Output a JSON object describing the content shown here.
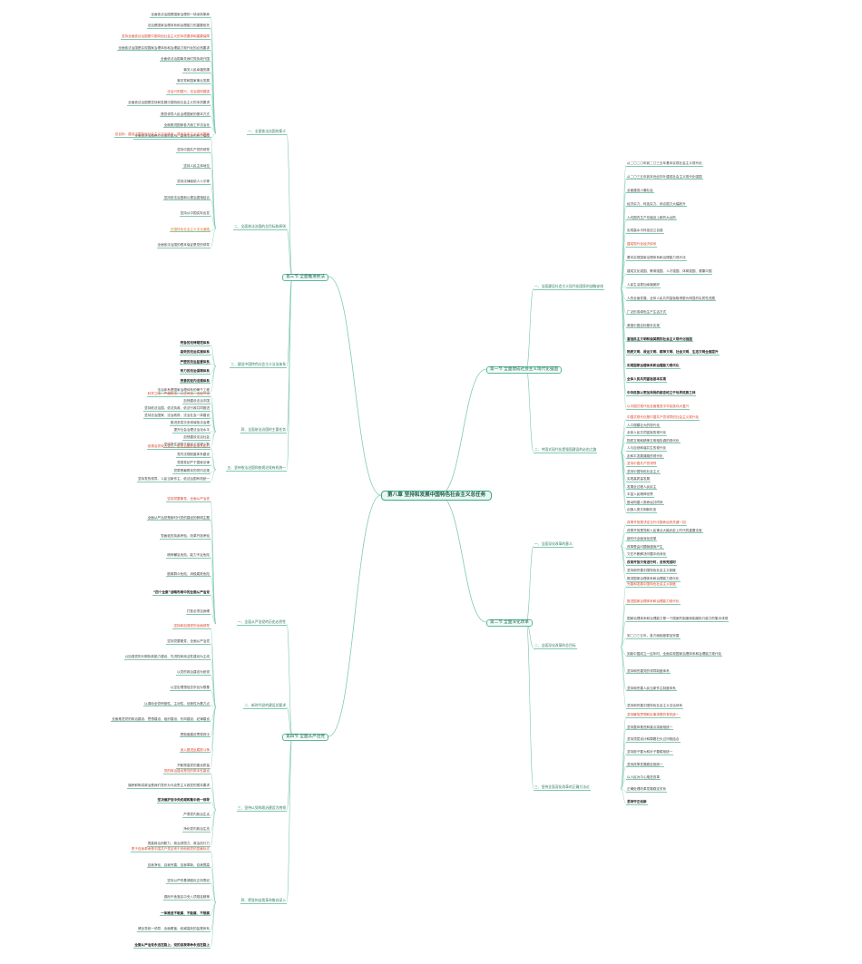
{
  "root": "第八章 坚持和发展中国特色社会主义总任务",
  "branches": [
    {
      "id": "b1",
      "label": "第三节 全面推进依法",
      "side": "left"
    },
    {
      "id": "b2",
      "label": "第一节 全面建成社会主义现代化强国",
      "side": "right"
    },
    {
      "id": "b3",
      "label": "第四节 全面从严治党",
      "side": "left"
    },
    {
      "id": "b4",
      "label": "第二节 全面深化改革",
      "side": "right"
    }
  ],
  "subs": [
    {
      "id": "s1",
      "label": "一、全面依法治国的意义",
      "parent": "b1"
    },
    {
      "id": "s2",
      "label": "二、全面依法治国的总目标和原则",
      "parent": "b1"
    },
    {
      "id": "s3",
      "label": "三、建设中国特色社会主义法治体系",
      "parent": "b1"
    },
    {
      "id": "s4",
      "label": "四、全面依法治国的主要任务",
      "parent": "b1"
    },
    {
      "id": "s5",
      "label": "五、坚持依法治国和依规治党有机统一",
      "parent": "b1"
    },
    {
      "id": "s6",
      "label": "一、全面建设社会主义现代化国家的战略安排",
      "parent": "b2"
    },
    {
      "id": "s7",
      "label": "二、中国式现代化是强国建设的必由之路",
      "parent": "b2"
    },
    {
      "id": "s8",
      "label": "一、全面从严治党的历史必然性",
      "parent": "b3"
    },
    {
      "id": "s9",
      "label": "二、新时代党的建设总要求",
      "parent": "b3"
    },
    {
      "id": "s10",
      "label": "三、坚持以党的政治建设为统领",
      "parent": "b3"
    },
    {
      "id": "s11",
      "label": "四、把党的自我革命推向深入",
      "parent": "b3"
    },
    {
      "id": "s12",
      "label": "一、全面深化改革的意义",
      "parent": "b4"
    },
    {
      "id": "s13",
      "label": "二、全面深化改革的总目标",
      "parent": "b4"
    },
    {
      "id": "s14",
      "label": "三、坚持全面深化改革的正确方法论",
      "parent": "b4"
    }
  ],
  "leaves": [
    {
      "parent": "s1",
      "text": "全面依法治国是国家治理的一场深刻革命",
      "style": ""
    },
    {
      "parent": "s1",
      "text": "法治是国家治理体系和治理能力的重要依托",
      "style": ""
    },
    {
      "parent": "s1",
      "text": "坚持全面依法治国是中国特色社会主义的本质要求和重要保障",
      "style": "red"
    },
    {
      "parent": "s1",
      "text": "全面依法治国是实现国家治理体系和治理能力现代化的必然要求",
      "style": ""
    },
    {
      "parent": "s1",
      "text": "全面依法治国事关我们党执政兴国",
      "style": ""
    },
    {
      "parent": "s1",
      "text": "事关人民幸福安康",
      "style": ""
    },
    {
      "parent": "s1",
      "text": "事关党和国家事业发展",
      "style": ""
    },
    {
      "parent": "s1",
      "text": "法治兴则国兴，法治强则国强",
      "style": "red"
    },
    {
      "parent": "s1",
      "text": "全面依法治国是坚持和发展中国特色社会主义的本质要求",
      "style": ""
    },
    {
      "parent": "s1",
      "text": "是党领导人民治理国家的基本方式",
      "style": ""
    },
    {
      "parent": "s1",
      "text": "全面推进国家各方面工作法治化",
      "style": ""
    },
    {
      "parent": "s1",
      "text": "全面依法治国是应对风险挑战、赢得主动的有力保障",
      "style": ""
    },
    {
      "parent": "s2",
      "text": "总目标：建设中国特色社会主义法治体系，建设社会主义法治国家",
      "style": "red"
    },
    {
      "parent": "s2",
      "text": "坚持中国共产党的领导",
      "style": ""
    },
    {
      "parent": "s2",
      "text": "坚持人民主体地位",
      "style": ""
    },
    {
      "parent": "s2",
      "text": "坚持法律面前人人平等",
      "style": ""
    },
    {
      "parent": "s2",
      "text": "坚持依法治国和以德治国相结合",
      "style": ""
    },
    {
      "parent": "s2",
      "text": "坚持从中国实际出发",
      "style": ""
    },
    {
      "parent": "s2",
      "text": "中国特色社会主义法治道路",
      "style": "orange"
    },
    {
      "parent": "s2",
      "text": "全面依法治国的根本保证是党的领导",
      "style": ""
    },
    {
      "parent": "s3",
      "text": "完备的法律规范体系",
      "style": "bold"
    },
    {
      "parent": "s3",
      "text": "高效的法治实施体系",
      "style": "bold"
    },
    {
      "parent": "s3",
      "text": "严密的法治监督体系",
      "style": "bold"
    },
    {
      "parent": "s3",
      "text": "有力的法治保障体系",
      "style": "bold"
    },
    {
      "parent": "s3",
      "text": "完善的党内法规体系",
      "style": "bold"
    },
    {
      "parent": "s3",
      "text": "法治体系是国家治理体系的骨干工程",
      "style": ""
    },
    {
      "parent": "s4",
      "text": "科学立法、严格执法、公正司法、全民守法",
      "style": "red"
    },
    {
      "parent": "s4",
      "text": "加快建设法治中国",
      "style": ""
    },
    {
      "parent": "s4",
      "text": "坚持依法治国、依法执政、依法行政共同推进",
      "style": ""
    },
    {
      "parent": "s4",
      "text": "坚持法治国家、法治政府、法治社会一体建设",
      "style": ""
    },
    {
      "parent": "s4",
      "text": "推进多层次多领域依法治理",
      "style": ""
    },
    {
      "parent": "s4",
      "text": "提升社会治理法治化水平",
      "style": ""
    },
    {
      "parent": "s4",
      "text": "加快建设法治社会",
      "style": ""
    },
    {
      "parent": "s4",
      "text": "坚持抓住领导干部这个关键少数",
      "style": ""
    },
    {
      "parent": "s5",
      "text": "依规治党深入党心，依法治国才能深入民心",
      "style": "red"
    },
    {
      "parent": "s5",
      "text": "党内法规制度体系建设",
      "style": ""
    },
    {
      "parent": "s5",
      "text": "党规党纪严于国家法律",
      "style": ""
    },
    {
      "parent": "s5",
      "text": "党章是最根本的党内法规",
      "style": ""
    },
    {
      "parent": "s5",
      "text": "坚持党的领导、人民当家作主、依法治国有机统一",
      "style": ""
    },
    {
      "parent": "s6",
      "text": "从二〇二〇年到二〇三五年基本实现社会主义现代化",
      "style": ""
    },
    {
      "parent": "s6",
      "text": "从二〇三五年到本世纪中叶建成社会主义现代化强国",
      "style": ""
    },
    {
      "parent": "s6",
      "text": "全面建成小康社会",
      "style": ""
    },
    {
      "parent": "s6",
      "text": "经济实力、科技实力、综合国力大幅跃升",
      "style": ""
    },
    {
      "parent": "s6",
      "text": "人均国内生产总值迈上新的大台阶",
      "style": ""
    },
    {
      "parent": "s6",
      "text": "实现高水平科技自立自强",
      "style": ""
    },
    {
      "parent": "s6",
      "text": "建成现代化经济体系",
      "style": "red"
    },
    {
      "parent": "s6",
      "text": "基本实现国家治理体系和治理能力现代化",
      "style": ""
    },
    {
      "parent": "s6",
      "text": "建成文化强国、教育强国、人才强国、体育强国、健康中国",
      "style": ""
    },
    {
      "parent": "s6",
      "text": "人民生活更加幸福美好",
      "style": ""
    },
    {
      "parent": "s6",
      "text": "人的全面发展、全体人民共同富裕取得更为明显的实质性进展",
      "style": ""
    },
    {
      "parent": "s6",
      "text": "广泛形成绿色生产生活方式",
      "style": ""
    },
    {
      "parent": "s6",
      "text": "美丽中国目标基本实现",
      "style": ""
    },
    {
      "parent": "s6",
      "text": "富强民主文明和谐美丽的社会主义现代化强国",
      "style": "bold"
    },
    {
      "parent": "s6",
      "text": "物质文明、政治文明、精神文明、社会文明、生态文明全面提升",
      "style": "bold"
    },
    {
      "parent": "s6",
      "text": "实现国家治理体系和治理能力现代化",
      "style": "bold"
    },
    {
      "parent": "s6",
      "text": "全体人民共同富裕基本实现",
      "style": "bold"
    },
    {
      "parent": "s6",
      "text": "中华民族以更加昂扬的姿态屹立于世界民族之林",
      "style": "bold"
    },
    {
      "parent": "s6",
      "text": "以中国式现代化全面推进中华民族伟大复兴",
      "style": "red"
    },
    {
      "parent": "s7",
      "text": "中国式现代化是中国共产党领导的社会主义现代化",
      "style": "red"
    },
    {
      "parent": "s7",
      "text": "人口规模巨大的现代化",
      "style": ""
    },
    {
      "parent": "s7",
      "text": "全体人民共同富裕的现代化",
      "style": ""
    },
    {
      "parent": "s7",
      "text": "物质文明和精神文明相协调的现代化",
      "style": ""
    },
    {
      "parent": "s7",
      "text": "人与自然和谐共生的现代化",
      "style": ""
    },
    {
      "parent": "s7",
      "text": "走和平发展道路的现代化",
      "style": ""
    },
    {
      "parent": "s7",
      "text": "坚持中国共产党领导",
      "style": "red"
    },
    {
      "parent": "s7",
      "text": "坚持中国特色社会主义",
      "style": ""
    },
    {
      "parent": "s7",
      "text": "实现高质量发展",
      "style": ""
    },
    {
      "parent": "s7",
      "text": "发展全过程人民民主",
      "style": ""
    },
    {
      "parent": "s7",
      "text": "丰富人民精神世界",
      "style": ""
    },
    {
      "parent": "s7",
      "text": "推动构建人类命运共同体",
      "style": ""
    },
    {
      "parent": "s7",
      "text": "创造人类文明新形态",
      "style": ""
    },
    {
      "parent": "s8",
      "text": "坚持党要管党、全面从严治党",
      "style": "red"
    },
    {
      "parent": "s8",
      "text": "全面从严治党是新时代党的建设的鲜明主题",
      "style": ""
    },
    {
      "parent": "s8",
      "text": "党面临的执政考验、改革开放考验",
      "style": ""
    },
    {
      "parent": "s8",
      "text": "精神懈怠危险、能力不足危险",
      "style": ""
    },
    {
      "parent": "s8",
      "text": "脱离群众危险、消极腐败危险",
      "style": ""
    },
    {
      "parent": "s8",
      "text": "“四个全面”战略布局中的全面从严治党",
      "style": "bold"
    },
    {
      "parent": "s8",
      "text": "打铁必须自身硬",
      "style": ""
    },
    {
      "parent": "s9",
      "text": "坚持和加强党的全面领导",
      "style": "red"
    },
    {
      "parent": "s9",
      "text": "坚持党要管党、全面从严治党",
      "style": ""
    },
    {
      "parent": "s9",
      "text": "以加强党的长期执政能力建设、先进性和纯洁性建设为主线",
      "style": ""
    },
    {
      "parent": "s9",
      "text": "以党的政治建设为统领",
      "style": ""
    },
    {
      "parent": "s9",
      "text": "以坚定理想信念宗旨为根基",
      "style": ""
    },
    {
      "parent": "s9",
      "text": "以调动全党积极性、主动性、创造性为着力点",
      "style": ""
    },
    {
      "parent": "s9",
      "text": "全面推进党的政治建设、思想建设、组织建设、作风建设、纪律建设",
      "style": ""
    },
    {
      "parent": "s9",
      "text": "把制度建设贯穿其中",
      "style": ""
    },
    {
      "parent": "s9",
      "text": "深入推进反腐败斗争",
      "style": "red"
    },
    {
      "parent": "s9",
      "text": "不断提高党的建设质量",
      "style": ""
    },
    {
      "parent": "s10",
      "text": "党的政治建设是党的根本性建设",
      "style": "red"
    },
    {
      "parent": "s10",
      "text": "旗帜鲜明讲政治是我们党作为马克思主义政党的根本要求",
      "style": ""
    },
    {
      "parent": "s10",
      "text": "坚决维护党中央权威和集中统一领导",
      "style": "bold"
    },
    {
      "parent": "s10",
      "text": "严肃党内政治生活",
      "style": ""
    },
    {
      "parent": "s10",
      "text": "净化党内政治生态",
      "style": ""
    },
    {
      "parent": "s10",
      "text": "提高政治判断力、政治领悟力、政治执行力",
      "style": ""
    },
    {
      "parent": "s11",
      "text": "勇于自我革命是中国共产党区别于其他政党的显著标志",
      "style": "red"
    },
    {
      "parent": "s11",
      "text": "自我净化、自我完善、自我革新、自我提高",
      "style": ""
    },
    {
      "parent": "s11",
      "text": "坚持以严的基调强化正风肃纪",
      "style": ""
    },
    {
      "parent": "s11",
      "text": "锲而不舍落实中央八项规定精神",
      "style": ""
    },
    {
      "parent": "s11",
      "text": "一体推进不敢腐、不能腐、不想腐",
      "style": "bold"
    },
    {
      "parent": "s11",
      "text": "健全党统一领导、全面覆盖、权威高效的监督体系",
      "style": ""
    },
    {
      "parent": "s11",
      "text": "全面从严治党永远在路上，党的自我革命永远在路上",
      "style": "bold"
    },
    {
      "parent": "s12",
      "text": "改革开放是决定当代中国命运的关键一招",
      "style": "red"
    },
    {
      "parent": "s12",
      "text": "改革开放是党和人民事业大踏步赶上时代的重要法宝",
      "style": ""
    },
    {
      "parent": "s12",
      "text": "新时代全面深化改革",
      "style": ""
    },
    {
      "parent": "s12",
      "text": "改革是由问题倒逼而产生",
      "style": ""
    },
    {
      "parent": "s12",
      "text": "又在不断解决问题中而深化",
      "style": ""
    },
    {
      "parent": "s12",
      "text": "改革开放只有进行时，没有完成时",
      "style": "bold"
    },
    {
      "parent": "s12",
      "text": "坚持和完善中国特色社会主义制度",
      "style": ""
    },
    {
      "parent": "s12",
      "text": "推进国家治理体系和治理能力现代化",
      "style": ""
    },
    {
      "parent": "s13",
      "text": "完善和发展中国特色社会主义制度",
      "style": "red"
    },
    {
      "parent": "s13",
      "text": "推进国家治理体系和治理能力现代化",
      "style": "red"
    },
    {
      "parent": "s13",
      "text": "国家治理体系和治理能力是一个国家的制度和制度执行能力的集中体现",
      "style": ""
    },
    {
      "parent": "s13",
      "text": "到二〇三五年，各方面制度更加完善",
      "style": ""
    },
    {
      "parent": "s13",
      "text": "到新中国成立一百年时，全面实现国家治理体系和治理能力现代化",
      "style": ""
    },
    {
      "parent": "s13",
      "text": "坚持和完善党的领导制度体系",
      "style": ""
    },
    {
      "parent": "s13",
      "text": "坚持和完善人民当家作主制度体系",
      "style": ""
    },
    {
      "parent": "s13",
      "text": "坚持和完善中国特色社会主义法治体系",
      "style": ""
    },
    {
      "parent": "s14",
      "text": "坚持解放思想和实事求是的有机统一",
      "style": "red"
    },
    {
      "parent": "s14",
      "text": "坚持整体推进和重点突破相统一",
      "style": ""
    },
    {
      "parent": "s14",
      "text": "坚持顶层设计和摸着石头过河相结合",
      "style": ""
    },
    {
      "parent": "s14",
      "text": "坚持胆子要大和步子要稳相统一",
      "style": ""
    },
    {
      "parent": "s14",
      "text": "坚持改革发展稳定相统一",
      "style": ""
    },
    {
      "parent": "s14",
      "text": "以人民为中心推进改革",
      "style": ""
    },
    {
      "parent": "s14",
      "text": "正确处理改革发展稳定关系",
      "style": ""
    },
    {
      "parent": "s14",
      "text": "坚持守正创新",
      "style": "bold"
    }
  ]
}
